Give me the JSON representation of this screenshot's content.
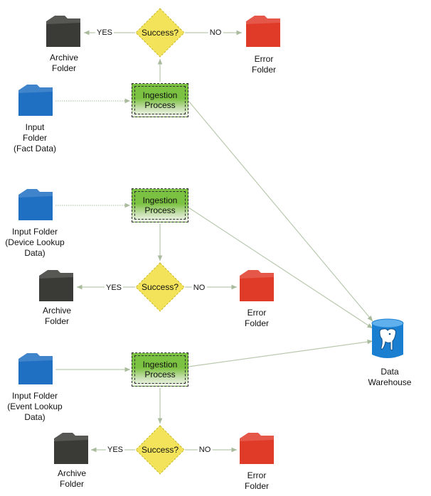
{
  "colors": {
    "archive_folder": "#3a3a36",
    "error_folder": "#e03a28",
    "input_folder": "#1f6fc2",
    "process_green": "#7cc242",
    "decision_yellow": "#f2e35a",
    "arrow": "#b9c9ae",
    "database_blue": "#1b7fd1"
  },
  "icons": {
    "folder": "folder-icon",
    "database": "postgresql-database-icon"
  },
  "pipelines": [
    {
      "input_label": "Input\nFolder\n(Fact Data)",
      "process_label": "Ingestion\nProcess",
      "decision_label": "Success?",
      "yes_label": "YES",
      "no_label": "NO",
      "archive_label": "Archive\nFolder",
      "error_label": "Error\nFolder"
    },
    {
      "input_label": "Input Folder\n(Device Lookup\nData)",
      "process_label": "Ingestion\nProcess",
      "decision_label": "Success?",
      "yes_label": "YES",
      "no_label": "NO",
      "archive_label": "Archive\nFolder",
      "error_label": "Error\nFolder"
    },
    {
      "input_label": "Input Folder\n(Event Lookup\nData)",
      "process_label": "Ingestion\nProcess",
      "decision_label": "Success?",
      "yes_label": "YES",
      "no_label": "NO",
      "archive_label": "Archive\nFolder",
      "error_label": "Error\nFolder"
    }
  ],
  "warehouse": {
    "label": "Data  Warehouse"
  }
}
